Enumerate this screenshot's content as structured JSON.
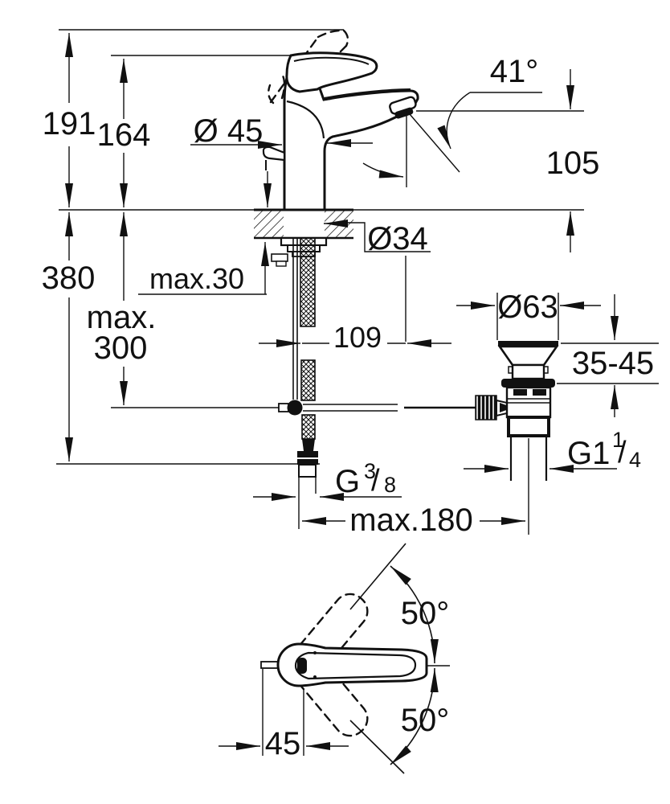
{
  "drawing": {
    "side_view": {
      "height_overall": "191",
      "height_lever_top": "164",
      "height_below_deck": "380",
      "hose_max_line1": "max.",
      "hose_max_line2": "300",
      "deck_thickness_max": "max.30",
      "body_diameter": "Ø 45",
      "spout_angle": "41°",
      "outlet_height": "105",
      "hole_diameter": "Ø34",
      "spout_reach": "109",
      "waste_top_diameter": "Ø63",
      "waste_deck_range": "35-45",
      "supply_thread": {
        "prefix": "G",
        "numerator": "3",
        "slash": "/",
        "denominator": "8"
      },
      "waste_thread": {
        "prefix": "G1",
        "numerator": "1",
        "slash": "/",
        "denominator": "4"
      },
      "reach_max": "max.180"
    },
    "top_view": {
      "swing_up": "50°",
      "swing_down": "50°",
      "lever_offset": "45"
    },
    "colors": {
      "ink": "#111111",
      "background": "#ffffff"
    }
  }
}
